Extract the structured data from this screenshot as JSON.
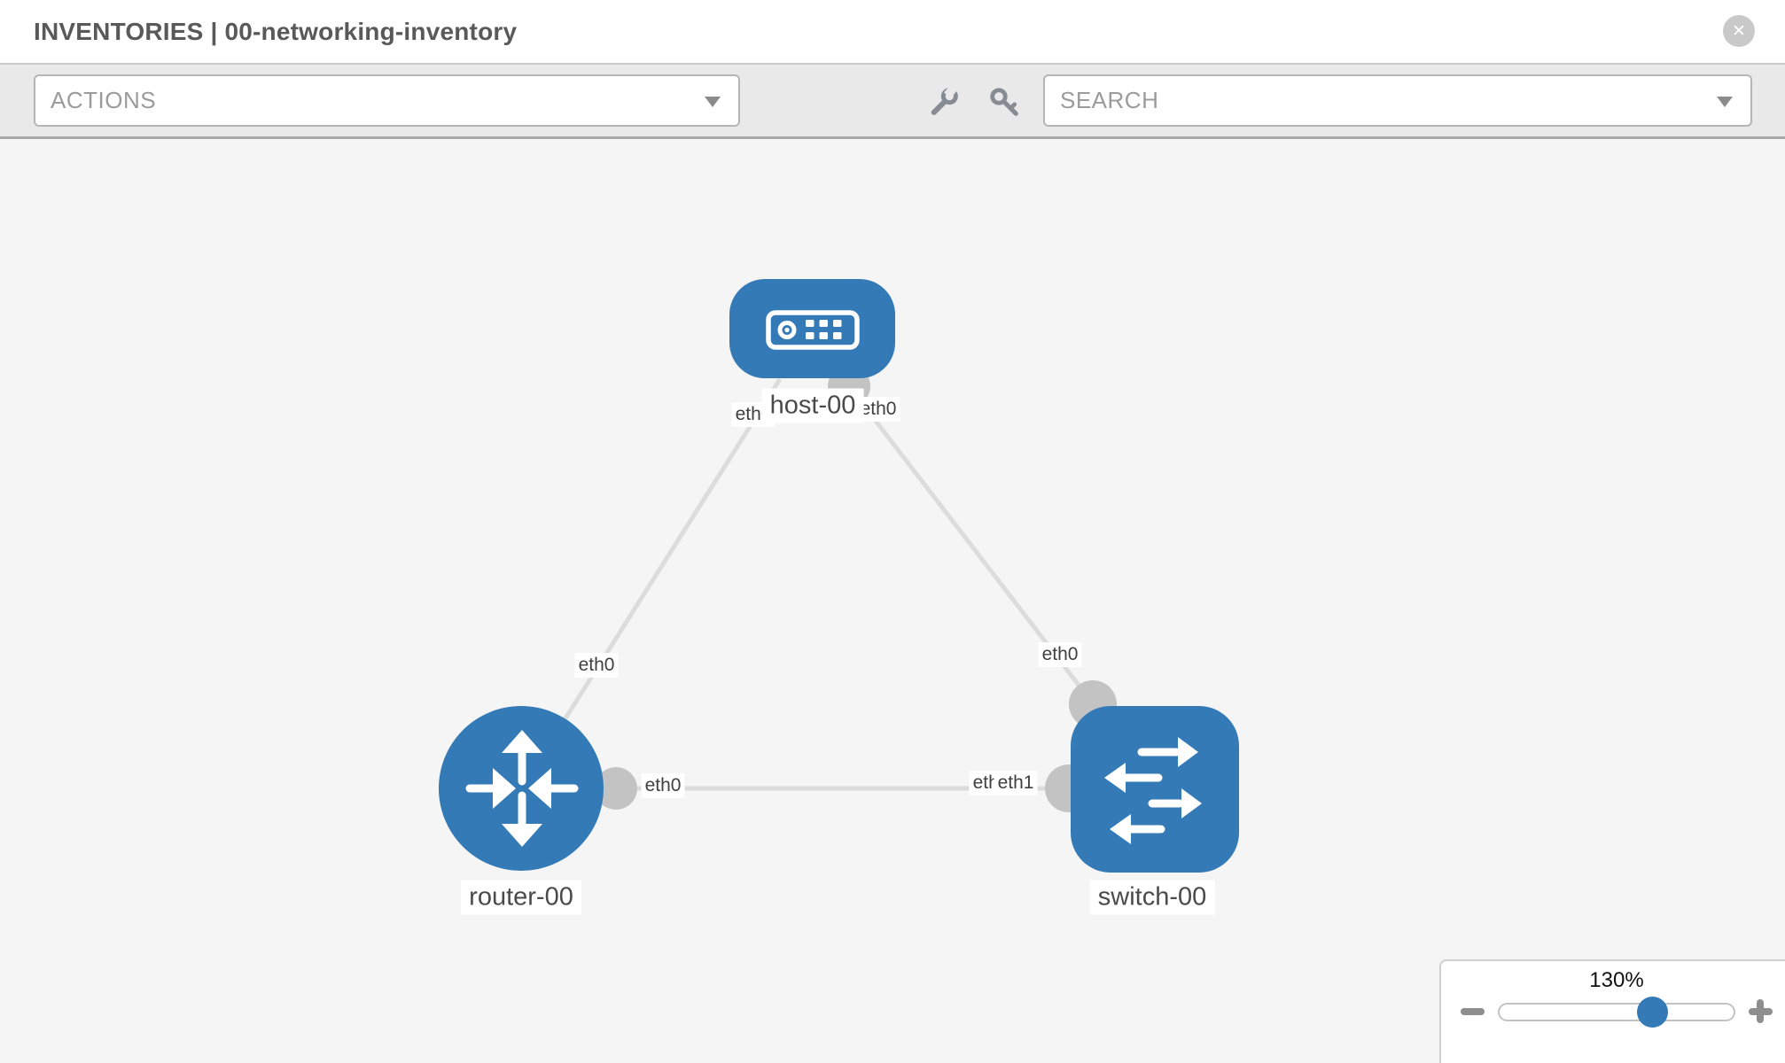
{
  "header": {
    "title": "INVENTORIES | 00-networking-inventory",
    "close_glyph": "✕"
  },
  "toolbar": {
    "actions_label": "ACTIONS",
    "search_label": "SEARCH",
    "icons": [
      {
        "name": "wrench-icon"
      },
      {
        "name": "key-icon"
      }
    ]
  },
  "topology": {
    "nodes": [
      {
        "id": "host-00",
        "type": "host",
        "label": "host-00"
      },
      {
        "id": "router-00",
        "type": "router",
        "label": "router-00"
      },
      {
        "id": "switch-00",
        "type": "switch",
        "label": "switch-00"
      }
    ],
    "links": [
      {
        "from": "host-00",
        "from_if": "eth0",
        "to": "router-00",
        "to_if": "eth0"
      },
      {
        "from": "host-00",
        "from_if": "eth0",
        "to": "switch-00",
        "to_if": "eth0"
      },
      {
        "from": "router-00",
        "from_if": "eth0",
        "to": "switch-00",
        "to_if": "eth1"
      }
    ],
    "interface_labels": [
      {
        "text": "eth0"
      },
      {
        "text": "eth0"
      },
      {
        "text": "eth0"
      },
      {
        "text": "eth0"
      },
      {
        "text": "eth0"
      },
      {
        "text": "eth0"
      },
      {
        "text": "eth1"
      }
    ]
  },
  "zoom_control": {
    "level": "130%",
    "percent": 130
  },
  "colors": {
    "node_blue": "#337ab7",
    "link_gray": "#dcdcdc",
    "connector_gray": "#c3c3c3",
    "canvas_bg": "#f5f5f5",
    "toolbar_bg": "#e9e9e9"
  }
}
